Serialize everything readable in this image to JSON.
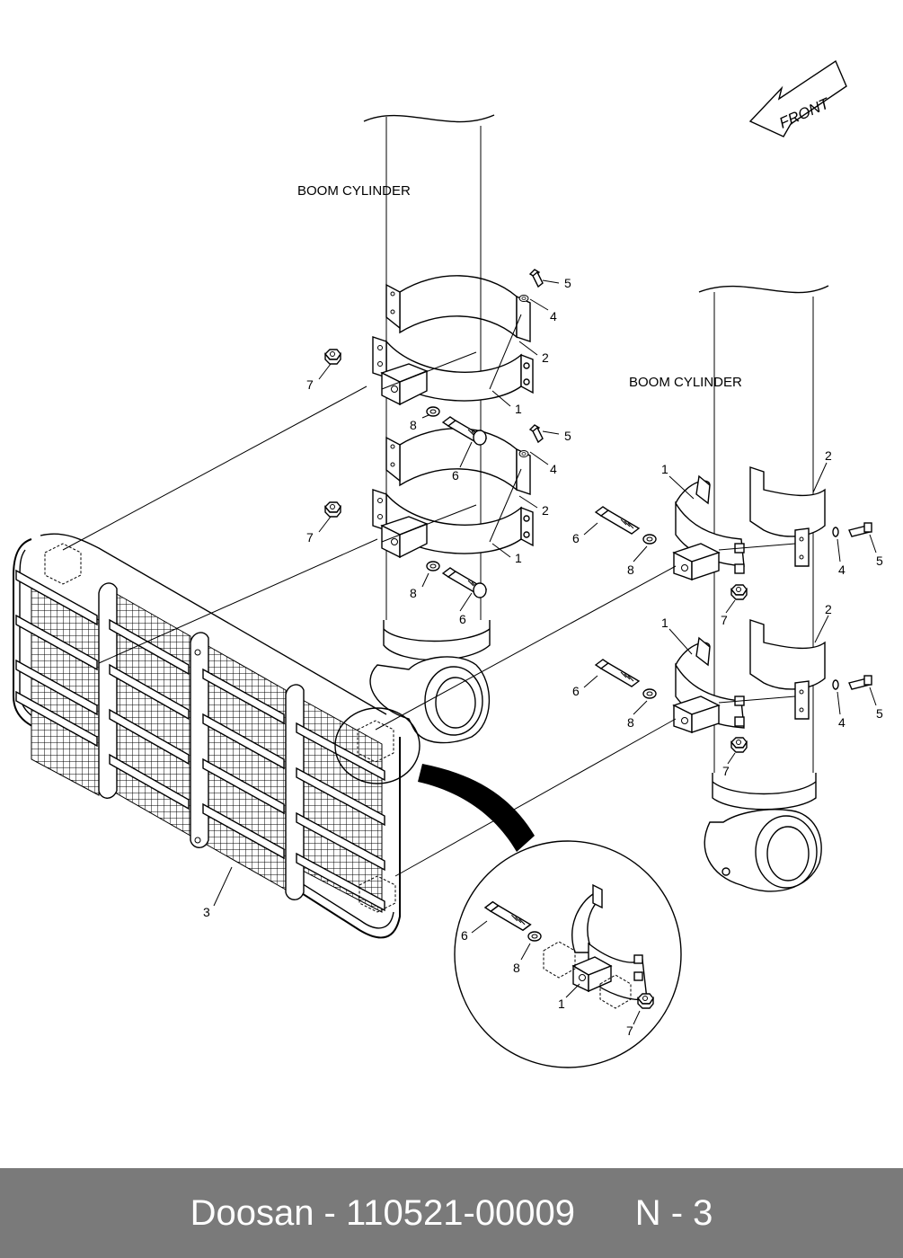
{
  "diagram": {
    "orientation_label": "FRONT",
    "cylinder_labels": [
      "BOOM CYLINDER",
      "BOOM CYLINDER"
    ],
    "callouts": [
      {
        "text": "5"
      },
      {
        "text": "4"
      },
      {
        "text": "2"
      },
      {
        "text": "7"
      },
      {
        "text": "1"
      },
      {
        "text": "8"
      },
      {
        "text": "6"
      },
      {
        "text": "5"
      },
      {
        "text": "4"
      },
      {
        "text": "2"
      },
      {
        "text": "7"
      },
      {
        "text": "1"
      },
      {
        "text": "8"
      },
      {
        "text": "6"
      },
      {
        "text": "1"
      },
      {
        "text": "2"
      },
      {
        "text": "6"
      },
      {
        "text": "8"
      },
      {
        "text": "4"
      },
      {
        "text": "5"
      },
      {
        "text": "7"
      },
      {
        "text": "1"
      },
      {
        "text": "2"
      },
      {
        "text": "6"
      },
      {
        "text": "8"
      },
      {
        "text": "4"
      },
      {
        "text": "5"
      },
      {
        "text": "7"
      },
      {
        "text": "3"
      },
      {
        "text": "6"
      },
      {
        "text": "8"
      },
      {
        "text": "1"
      },
      {
        "text": "7"
      }
    ]
  },
  "footer": {
    "brand": "Doosan",
    "separator": " - ",
    "part_number": "110521-00009",
    "page_ref": "N - 3"
  }
}
